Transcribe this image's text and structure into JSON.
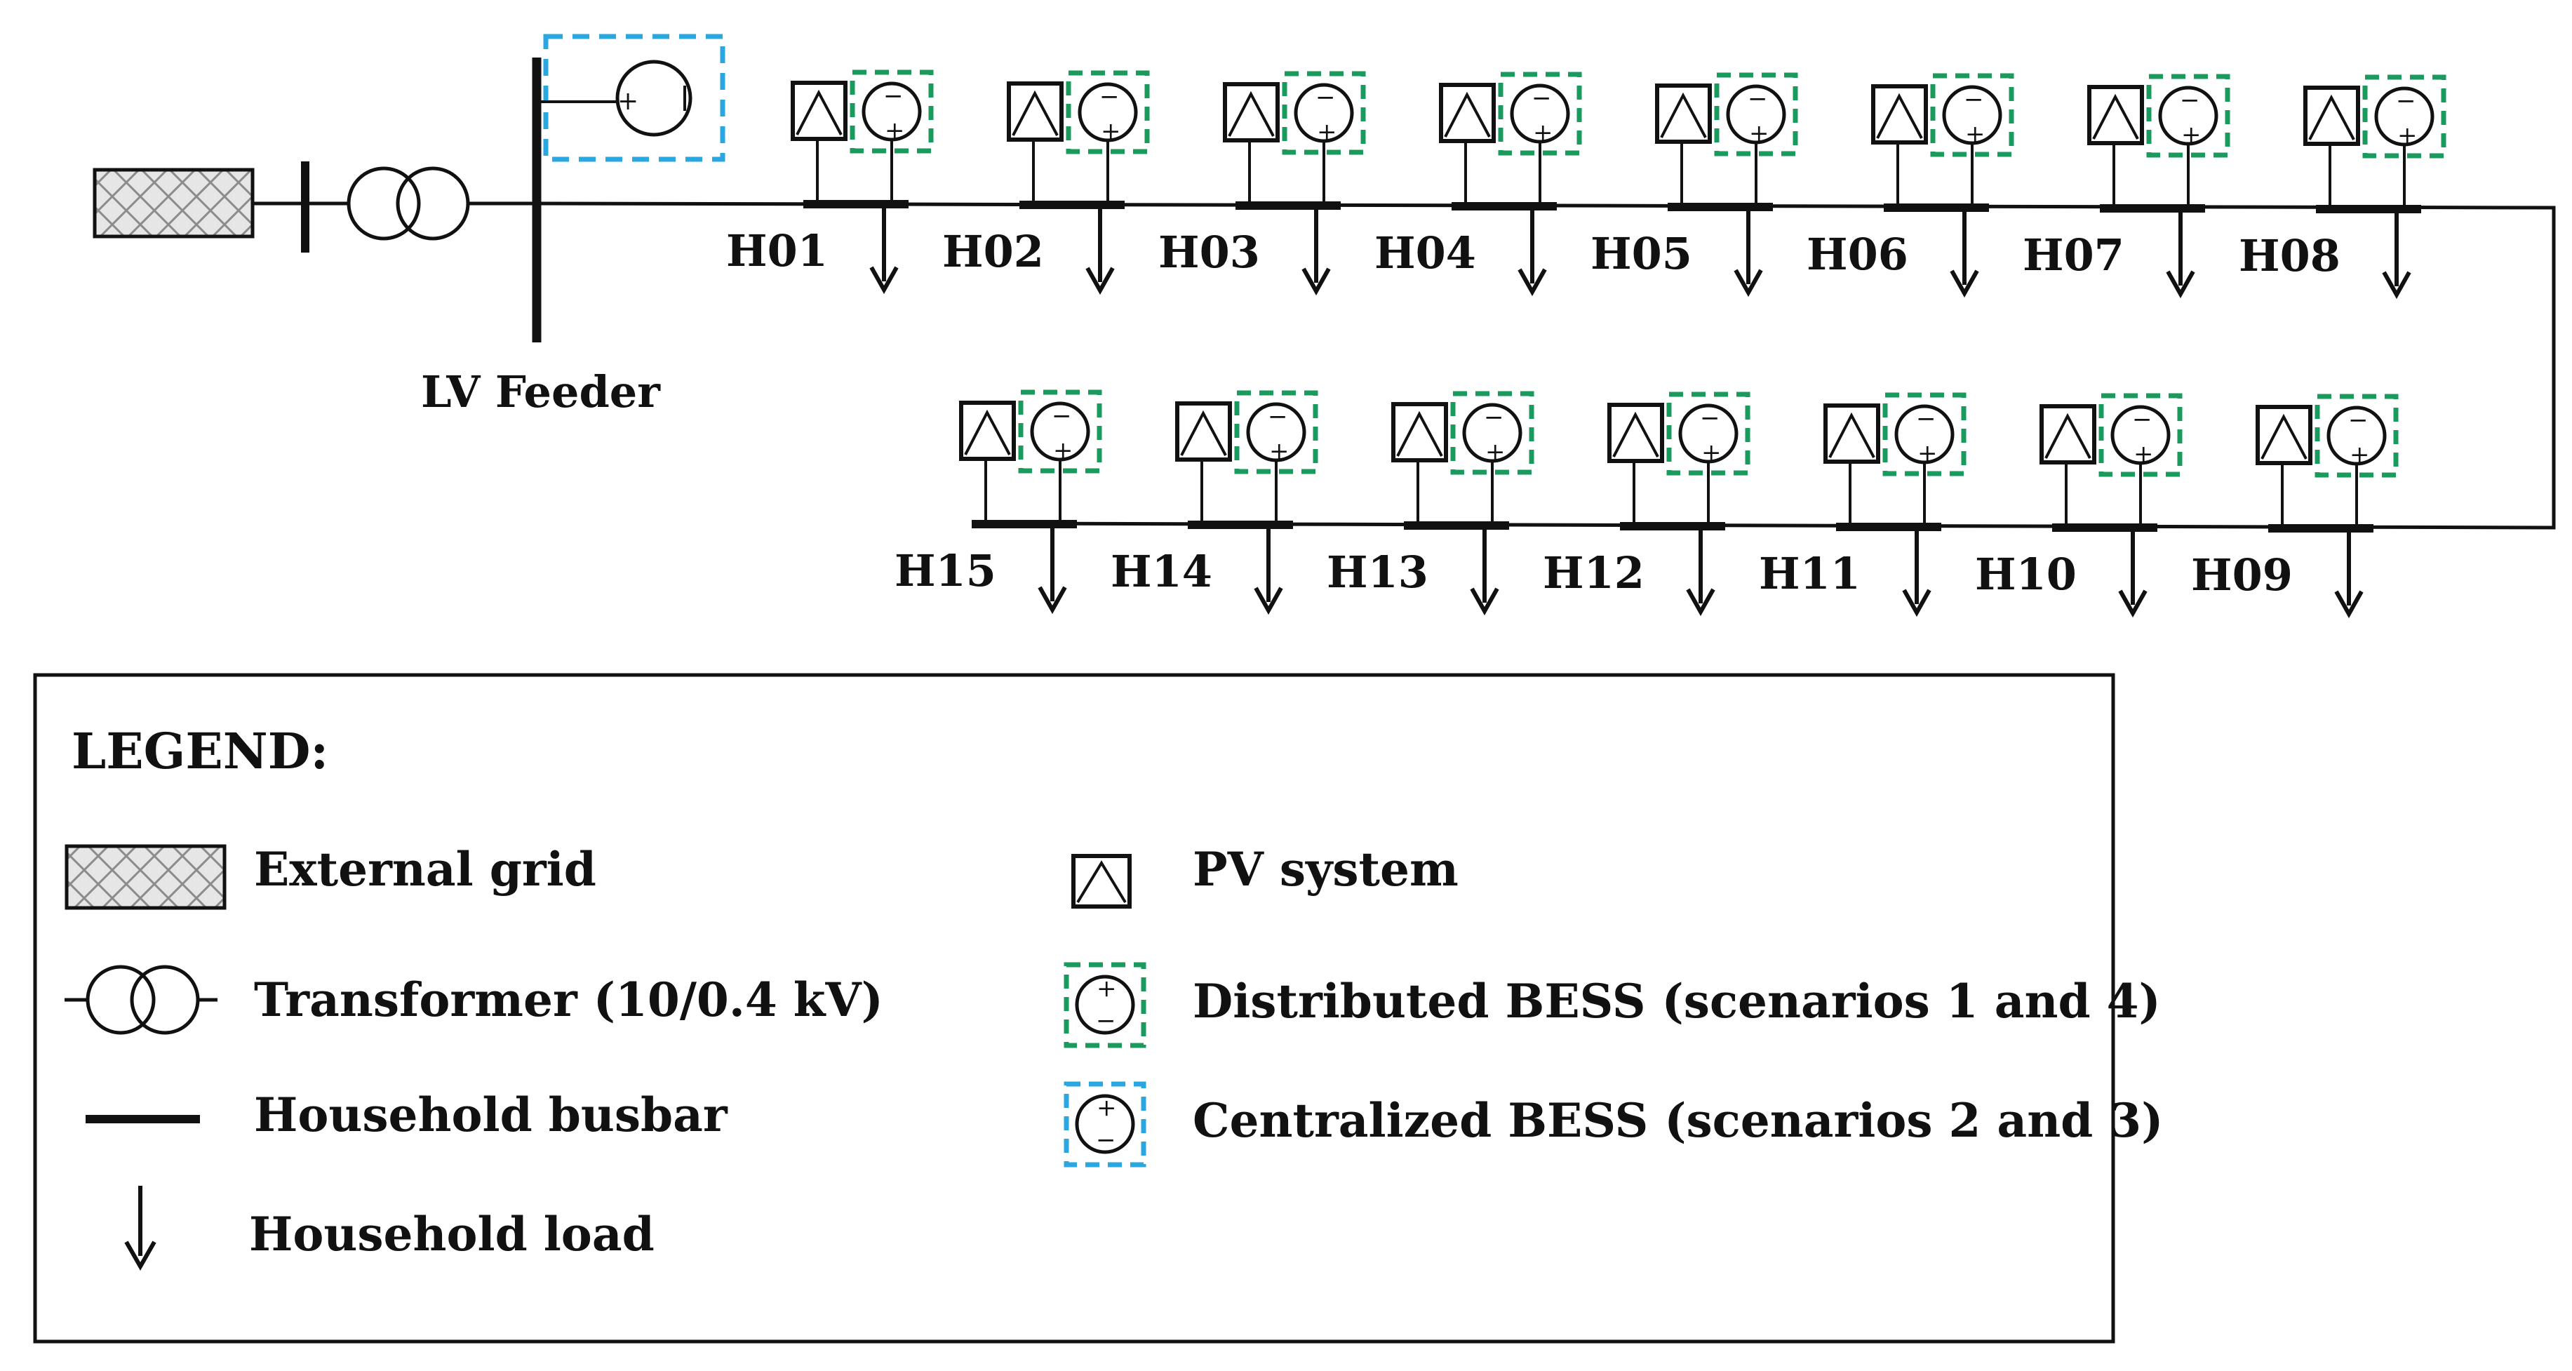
{
  "colors": {
    "line": "#111111",
    "distributed_bess": "#1a9a5c",
    "centralized_bess": "#2aa7e0",
    "grid_fill": "#e6e6e6",
    "grid_hatch": "#8c8c8c"
  },
  "feeder": {
    "label": "LV Feeder"
  },
  "symbols": {
    "bess_plus": "+",
    "bess_minus": "−"
  },
  "households_top": [
    "H01",
    "H02",
    "H03",
    "H04",
    "H05",
    "H06",
    "H07",
    "H08"
  ],
  "households_bottom": [
    "H15",
    "H14",
    "H13",
    "H12",
    "H11",
    "H10",
    "H09"
  ],
  "legend": {
    "title": "LEGEND:",
    "items": {
      "external_grid": "External grid",
      "transformer": "Transformer (10/0.4 kV)",
      "busbar": "Household busbar",
      "load": "Household load",
      "pv": "PV system",
      "distributed_bess": "Distributed BESS (scenarios 1 and 4)",
      "centralized_bess": "Centralized BESS (scenarios 2 and 3)"
    }
  }
}
